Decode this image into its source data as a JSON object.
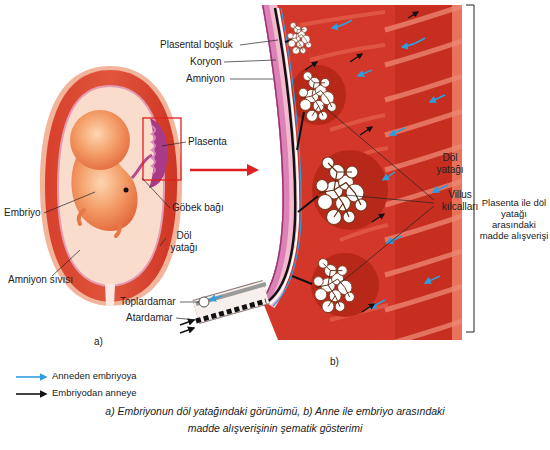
{
  "diagram": {
    "caption": "a) Embriyonun döl yatağındaki görünümü, b) Anne ile embriyo arasındaki madde alışverişinin şematik gösterimi",
    "labels": [
      "Plasental boşluk",
      "Koryon",
      "Amniyon",
      "Plasenta",
      "Döl yatağı",
      "Villus kılcalları",
      "Göbek bağı",
      "Embriyo",
      "Döl yatağı",
      "Plasenta ile döl yatağı arasındaki madde alışverişi",
      "Amniyon sıvısı",
      "Toplardamar",
      "Atardamar",
      "a)",
      "b)"
    ],
    "legend": [
      {
        "text": "Anneden embriyoya"
      },
      {
        "text": "Embriyodan anneye"
      }
    ]
  }
}
